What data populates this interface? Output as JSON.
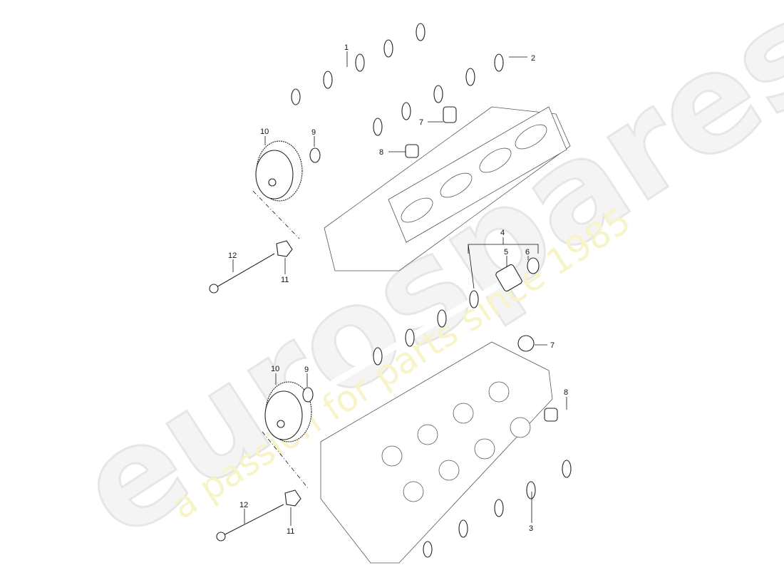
{
  "watermark": {
    "brand": "eurospares",
    "tagline": "a passion for parts since 1985"
  },
  "callouts": [
    {
      "id": "c1",
      "label": "1"
    },
    {
      "id": "c2",
      "label": "2"
    },
    {
      "id": "c7a",
      "label": "7"
    },
    {
      "id": "c8a",
      "label": "8"
    },
    {
      "id": "c10a",
      "label": "10"
    },
    {
      "id": "c9a",
      "label": "9"
    },
    {
      "id": "c12a",
      "label": "12"
    },
    {
      "id": "c11a",
      "label": "11"
    },
    {
      "id": "c4",
      "label": "4"
    },
    {
      "id": "c5",
      "label": "5"
    },
    {
      "id": "c6",
      "label": "6"
    },
    {
      "id": "c7b",
      "label": "7"
    },
    {
      "id": "c8b",
      "label": "8"
    },
    {
      "id": "c10b",
      "label": "10"
    },
    {
      "id": "c9b",
      "label": "9"
    },
    {
      "id": "c12b",
      "label": "12"
    },
    {
      "id": "c11b",
      "label": "11"
    },
    {
      "id": "c3",
      "label": "3"
    }
  ]
}
